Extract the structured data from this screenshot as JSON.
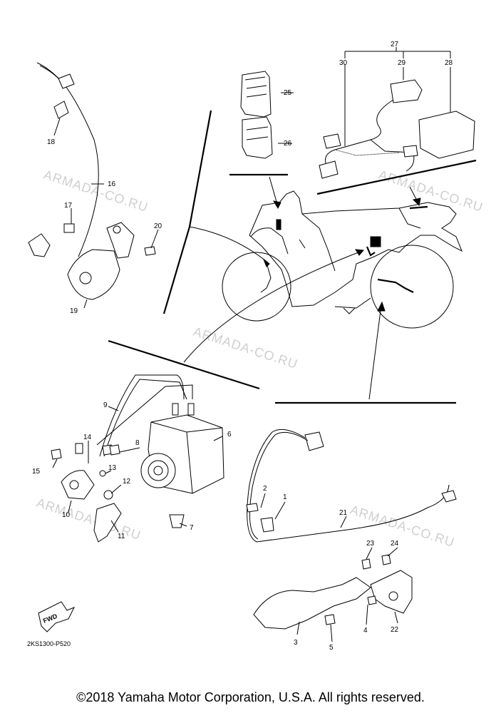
{
  "drawing_code": "2KS1300-P520",
  "fwd_label": "FWD",
  "watermark": "ARMADA-CO.RU",
  "copyright": "©2018 Yamaha Motor Corporation, U.S.A. All rights reserved.",
  "callouts": [
    "1",
    "2",
    "3",
    "4",
    "5",
    "6",
    "7",
    "8",
    "9",
    "10",
    "11",
    "12",
    "13",
    "14",
    "15",
    "16",
    "17",
    "18",
    "19",
    "20",
    "21",
    "22",
    "23",
    "24",
    "25",
    "26",
    "27",
    "28",
    "29",
    "30"
  ]
}
